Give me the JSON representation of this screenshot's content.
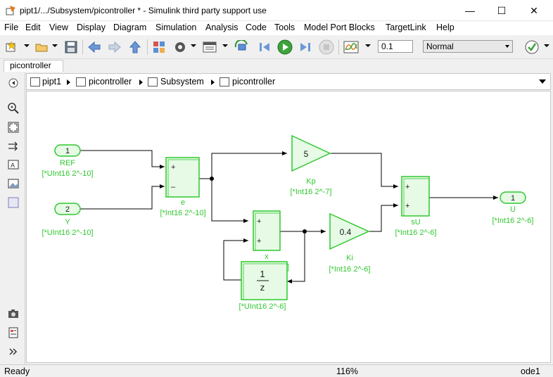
{
  "window": {
    "title": "pipt1/.../Subsystem/picontroller * - Simulink third party support use",
    "minimize_glyph": "—",
    "maximize_glyph": "☐",
    "close_glyph": "✕"
  },
  "menu": [
    "File",
    "Edit",
    "View",
    "Display",
    "Diagram",
    "Simulation",
    "Analysis",
    "Code",
    "Tools",
    "Model Port Blocks",
    "TargetLink",
    "Help"
  ],
  "toolbar": {
    "stop_time": "0.1",
    "sim_mode": "Normal"
  },
  "tab": {
    "label": "picontroller"
  },
  "breadcrumb": [
    "pipt1",
    "picontroller",
    "Subsystem",
    "picontroller"
  ],
  "diagram": {
    "inport1": {
      "number": "1",
      "name": "REF",
      "type": "[*UInt16 2^-10]"
    },
    "inport2": {
      "number": "2",
      "name": "Y",
      "type": "[*UInt16 2^-10]"
    },
    "sum_e": {
      "name": "e",
      "type": "[*Int16 2^-10]",
      "sign1": "+",
      "sign2": "–"
    },
    "gain_kp": {
      "value": "5",
      "name": "Kp",
      "type": "[*Int16 2^-7]"
    },
    "gain_ki": {
      "value": "0.4",
      "name": "Ki",
      "type": "[*Int16 2^-6]"
    },
    "sum_x": {
      "name": "x",
      "sign1": "+",
      "sign2": "+",
      "type_fragment": "6]"
    },
    "delay": {
      "numerator": "1",
      "denominator": "z",
      "type": "[*UInt16 2^-6]"
    },
    "sum_su": {
      "name": "sU",
      "type": "[*Int16 2^-6]",
      "sign1": "+",
      "sign2": "+"
    },
    "outport": {
      "number": "1",
      "name": "U",
      "type": "[*Int16 2^-6]"
    }
  },
  "status": {
    "left": "Ready",
    "zoom": "116%",
    "solver": "ode1"
  },
  "colors": {
    "block_green": "#2fc82f",
    "block_fill": "#e6fae6",
    "label_green": "#2fc82f"
  }
}
